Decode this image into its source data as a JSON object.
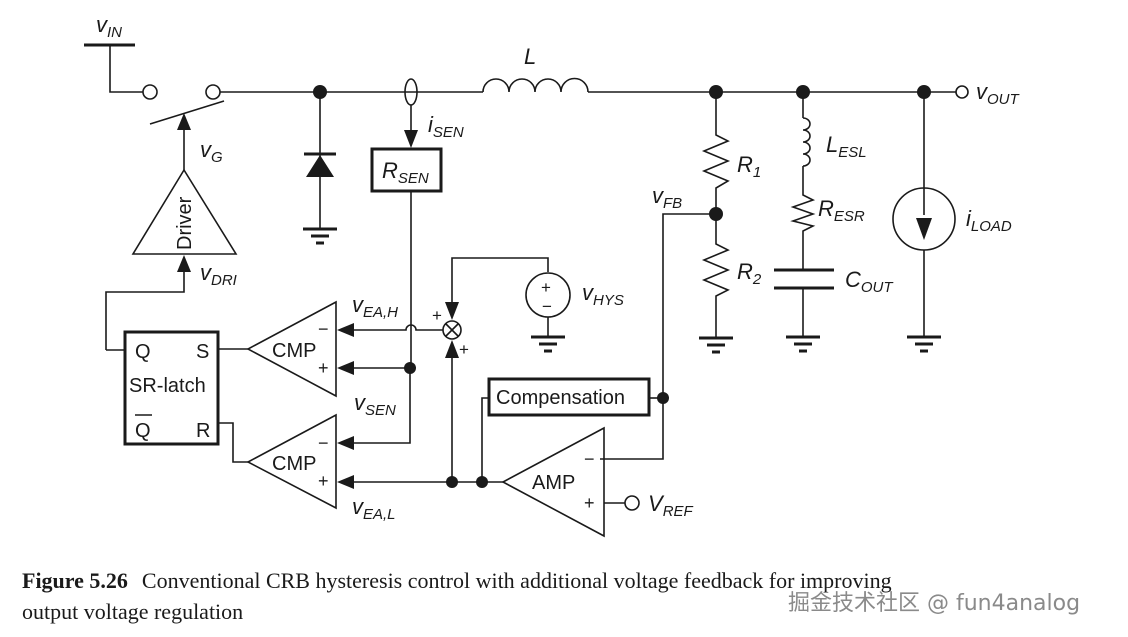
{
  "labels": {
    "vin": {
      "main": "v",
      "sub": "IN"
    },
    "vg": {
      "main": "v",
      "sub": "G"
    },
    "vdri": {
      "main": "v",
      "sub": "DRI"
    },
    "isen": {
      "main": "i",
      "sub": "SEN"
    },
    "rsen": {
      "main": "R",
      "sub": "SEN"
    },
    "inductor": "L",
    "r1": {
      "main": "R",
      "sub": "1"
    },
    "r2": {
      "main": "R",
      "sub": "2"
    },
    "vfb": {
      "main": "v",
      "sub": "FB"
    },
    "lesl": {
      "main": "L",
      "sub": "ESL"
    },
    "resr": {
      "main": "R",
      "sub": "ESR"
    },
    "cout": {
      "main": "C",
      "sub": "OUT"
    },
    "iload": {
      "main": "i",
      "sub": "LOAD"
    },
    "vout": {
      "main": "v",
      "sub": "OUT"
    },
    "vhys": {
      "main": "v",
      "sub": "HYS"
    },
    "vea_h": {
      "main": "v",
      "sub": "EA,H"
    },
    "vea_l": {
      "main": "v",
      "sub": "EA,L"
    },
    "vsen": {
      "main": "v",
      "sub": "SEN"
    },
    "vref": {
      "main": "V",
      "sub": "REF"
    }
  },
  "blocks": {
    "driver": "Driver",
    "cmp_top": "CMP",
    "cmp_bottom": "CMP",
    "amp": "AMP",
    "compensation": "Compensation",
    "sr_latch": {
      "title": "SR-latch",
      "q": "Q",
      "s": "S",
      "qbar": "Q",
      "r": "R"
    }
  },
  "signs": {
    "plus": "+",
    "minus": "−"
  },
  "caption": {
    "number": "Figure 5.26",
    "line1": "Conventional CRB hysteresis control with additional voltage feedback for improving",
    "line2": "output voltage regulation"
  },
  "watermark": "掘金技术社区 @ fun4analog"
}
